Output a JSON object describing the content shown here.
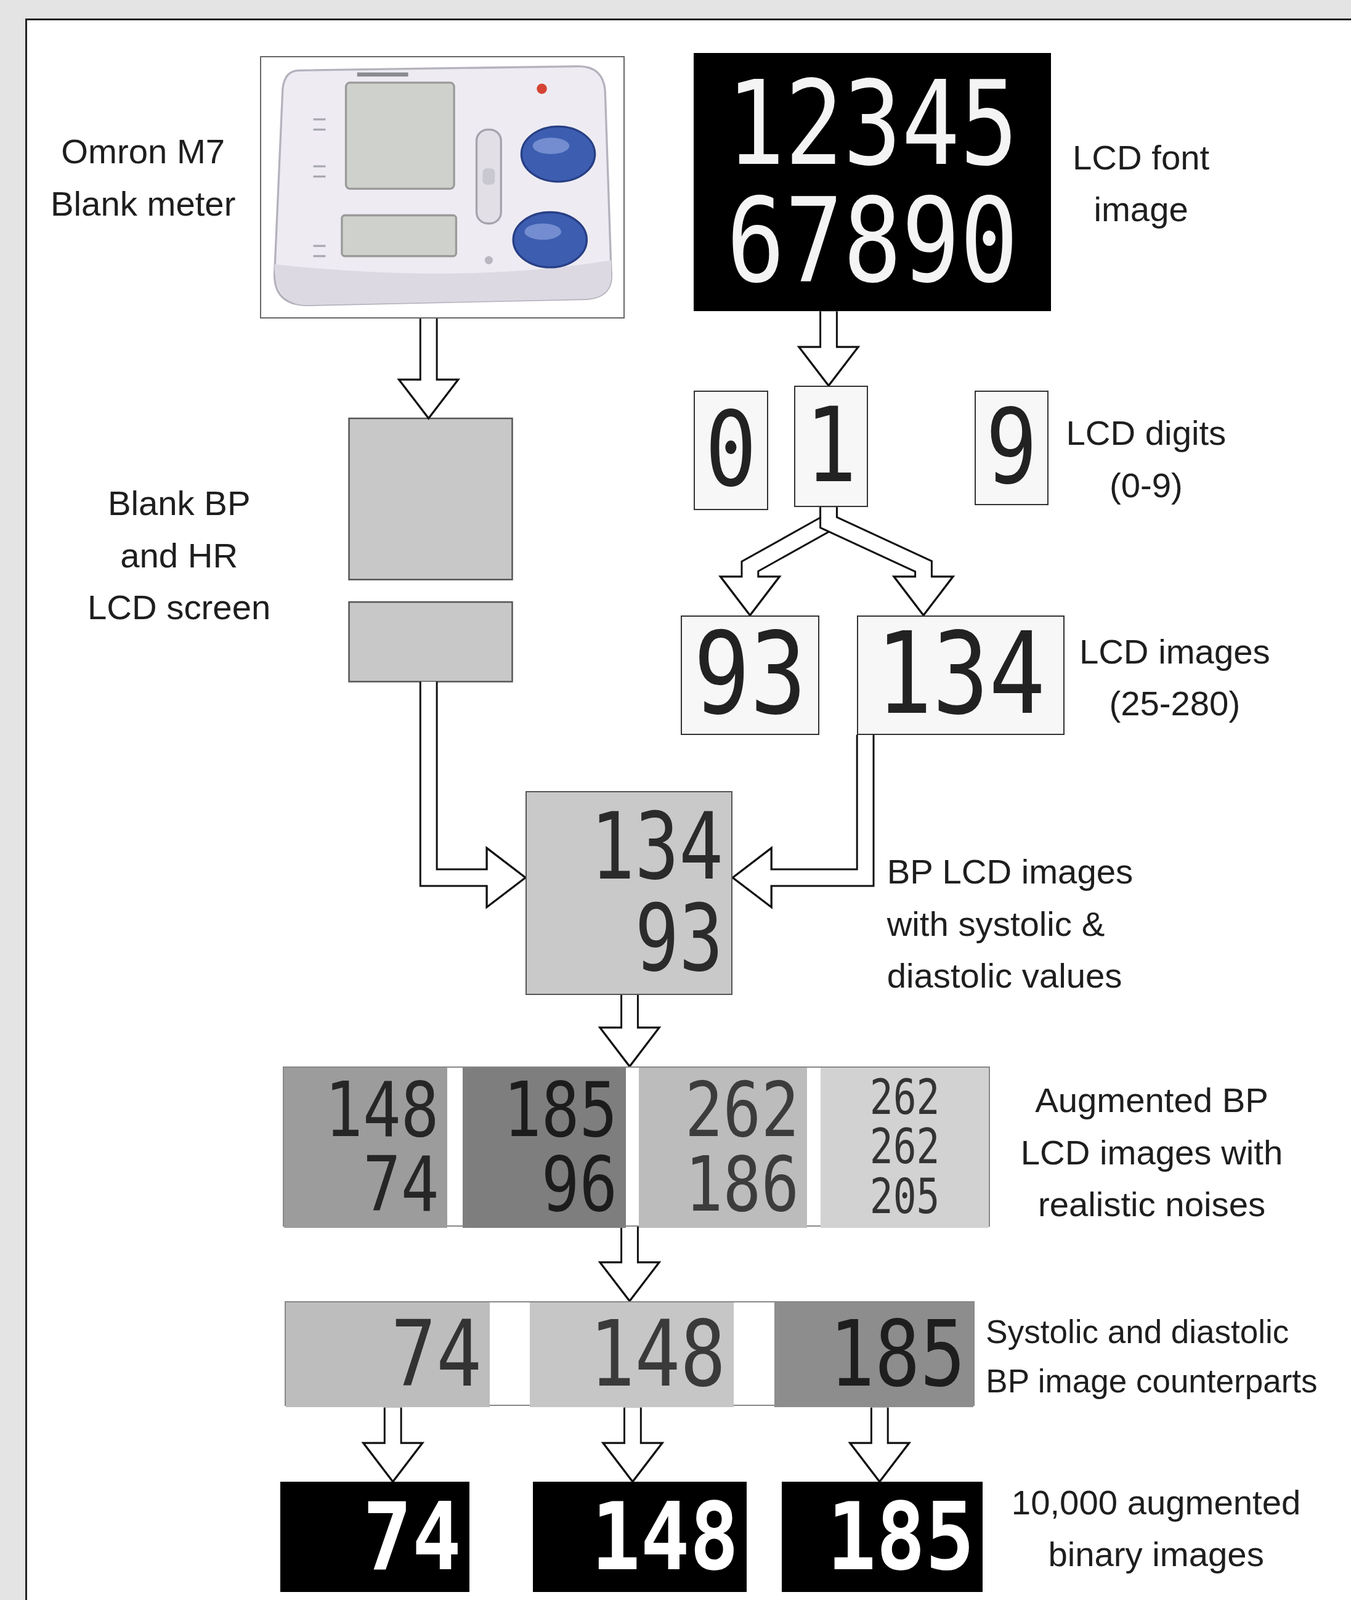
{
  "diagram": {
    "nodes": [
      {
        "text": [
          "Omron M7 Blank meter"
        ]
      },
      {
        "text": [
          "12345",
          "67890",
          "LCD font image"
        ]
      },
      {
        "text": [
          "Blank BP and HR LCD screen"
        ]
      },
      {
        "text": [
          "0"
        ]
      },
      {
        "text": [
          "1"
        ]
      },
      {
        "text": [
          "9",
          "LCD digits (0-9)"
        ]
      },
      {
        "text": [
          "93"
        ]
      },
      {
        "text": [
          "134",
          "LCD images (25-280)"
        ]
      },
      {
        "text": [
          "134",
          "93",
          "BP LCD images with systolic & diastolic values"
        ]
      },
      {
        "text": [
          "Augmented BP LCD images with realistic noises"
        ]
      },
      {
        "text": [
          "148",
          "74"
        ],
        "in": 9
      },
      {
        "text": [
          "185",
          "96"
        ],
        "in": 9
      },
      {
        "text": [
          "262",
          "186"
        ],
        "in": 9
      },
      {
        "text": [
          "262",
          "262",
          "205"
        ],
        "in": 9
      },
      {
        "text": [
          "Systolic and diastolic BP image counterparts"
        ]
      },
      {
        "text": [
          "74"
        ],
        "in": 14
      },
      {
        "text": [
          "148"
        ],
        "in": 14
      },
      {
        "text": [
          "185"
        ],
        "in": 14
      },
      {
        "text": [
          "74"
        ]
      },
      {
        "text": [
          "148"
        ]
      },
      {
        "text": [
          "185",
          "10,000 augmented binary images"
        ]
      }
    ],
    "edges": [
      {
        "from": 0,
        "to": 2,
        "arrow": "to"
      },
      {
        "from": 1,
        "to": 4,
        "arrow": "to"
      },
      {
        "from": 4,
        "to": 6,
        "arrow": "to"
      },
      {
        "from": 4,
        "to": 7,
        "arrow": "to"
      },
      {
        "from": 2,
        "to": 8,
        "arrow": "to"
      },
      {
        "from": 7,
        "to": 8,
        "arrow": "to"
      },
      {
        "from": 8,
        "to": 9,
        "arrow": "to"
      },
      {
        "from": 9,
        "to": 14,
        "arrow": "to"
      },
      {
        "from": 15,
        "to": 18,
        "arrow": "to"
      },
      {
        "from": 16,
        "to": 19,
        "arrow": "to"
      },
      {
        "from": 17,
        "to": 20,
        "arrow": "to"
      }
    ]
  }
}
